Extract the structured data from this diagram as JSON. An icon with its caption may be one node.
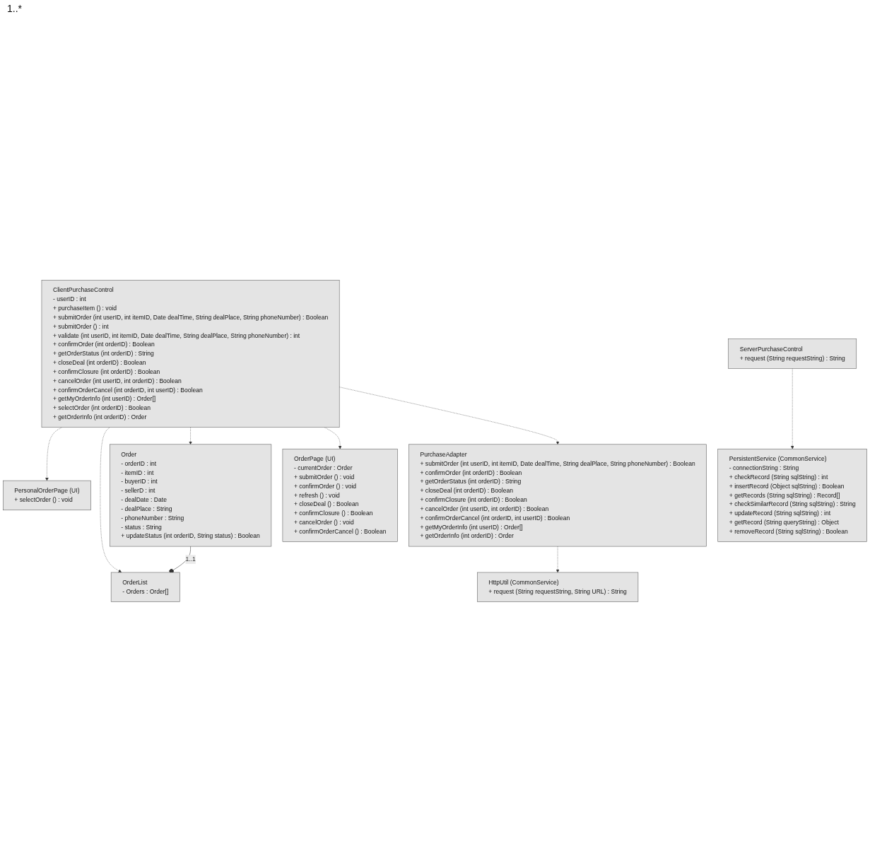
{
  "diagram": {
    "nodes": [
      {
        "text": [
          "PersonalOrderPage (UI)",
          "+ selectOrder () : void"
        ]
      },
      {
        "text": [
          "OrderList",
          "- Orders : Order[]"
        ]
      },
      {
        "text": [
          "Order",
          "- orderID : int",
          "- itemID : int",
          "- buyerID : int",
          "- sellerD : int",
          "- dealDate : Date",
          "- dealPlace : String",
          "- phoneNumber : String",
          "- status : String",
          "+ updateStatus (int orderID, String status) : Boolean"
        ]
      },
      {
        "text": [
          "ClientPurchaseControl",
          "- userID : int",
          "+ purchaseItem () : void",
          "+ submitOrder (int userID, int itemID, Date dealTime, String dealPlace, String phoneNumber) : Boolean",
          "+ submitOrder () : int",
          "+ validate (int userID, int itemID, Date dealTime, String dealPlace, String phoneNumber) : int",
          "+ confirmOrder (int orderID) : Boolean",
          "+ getOrderStatus (int orderID) : String",
          "+ closeDeal (int orderID) : Boolean",
          "+ confirmClosure (int orderID) : Boolean",
          "+ cancelOrder (int userID, int orderID) : Boolean",
          "+ confirmOrderCancel (int orderID, int userID) : Boolean",
          "+ getMyOrderInfo (int userID) : Order[]",
          "+ selectOrder (int orderID) : Boolean",
          "+ getOrderInfo (int orderID) : Order"
        ]
      },
      {
        "text": [
          "OrderPage (UI)",
          "- currentOrder : Order",
          "+ submitOrder () : void",
          "+ confirmOrder () : void",
          "+ refresh () : void",
          "+ closeDeal () : Boolean",
          "+ confirmClosure () : Boolean",
          "+ cancelOrder () : void",
          "+ confirmOrderCancel () : Boolean"
        ]
      },
      {
        "text": [
          "PurchaseAdapter",
          "+ submitOrder (int userID, int itemID, Date dealTime, String dealPlace, String phoneNumber) : Boolean",
          "+ confirmOrder (int orderID) : Boolean",
          "+ getOrderStatus (int orderID) : String",
          "+ closeDeal (int orderID) : Boolean",
          "+ confirmClosure (int orderID) : Boolean",
          "+ cancelOrder (int userID, int orderID) : Boolean",
          "+ confirmOrderCancel (int orderID, int userID) : Boolean",
          "+ getMyOrderInfo (int userID) : Order[]",
          "+ getOrderInfo (int orderID) : Order"
        ]
      },
      {
        "text": [
          "HttpUtil (CommonService)",
          "+ request (String requestString, String URL) : String"
        ]
      },
      {
        "text": [
          "PersistentService (CommonService)",
          "- connectionString : String",
          "+ checkRecord (String sqlString) : int",
          "+ insertRecord (Object sqlString) : Boolean",
          "+ getRecords (String sqlString) : Record[]",
          "+ checkSimilarRecord (String sqlString) : String",
          "+ updateRecord (String sqlString) : int",
          "+ getRecord (String queryString) : Object",
          "+ removeRecord (String sqlString) : Boolean"
        ]
      },
      {
        "text": [
          "ServerPurchaseControl",
          "+ request (String requestString) : String"
        ]
      }
    ],
    "edges": [
      {
        "from": 2,
        "to": 1,
        "arrow": "other",
        "label": "1..1"
      },
      {
        "from": 3,
        "to": 0,
        "arrow": "to",
        "style": "dashed"
      },
      {
        "from": 3,
        "to": 1,
        "arrow": "to",
        "style": "dashed"
      },
      {
        "from": 3,
        "to": 2,
        "arrow": "to",
        "style": "dashed"
      },
      {
        "from": 3,
        "to": 4,
        "arrow": "to",
        "style": "dashed"
      },
      {
        "from": 3,
        "to": 5,
        "arrow": "to",
        "style": "dashed"
      },
      {
        "from": 5,
        "to": 6,
        "arrow": "to",
        "style": "dashed"
      },
      {
        "from": 8,
        "to": 7,
        "arrow": "to",
        "style": "dashed"
      }
    ],
    "labels": [
      "1..*"
    ]
  }
}
